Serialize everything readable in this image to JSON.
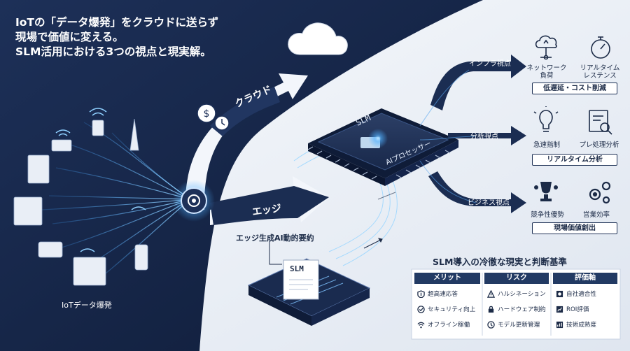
{
  "title": {
    "line1": "IoTの「データ爆発」をクラウドに送らず",
    "line2": "現場で価値に変える。",
    "line3": "SLM活用における3つの視点と現実解。"
  },
  "paths": {
    "cloud_label": "クラウド",
    "edge_label": "エッジ"
  },
  "left": {
    "iot_label": "IoTデータ爆発"
  },
  "chip": {
    "top_text": "SLM",
    "processor_text": "AIプロセッサー"
  },
  "edge_device": {
    "caption": "エッジ生成AI動的要約",
    "doc_text": "SLM"
  },
  "perspectives": [
    {
      "label": "インフラ視点",
      "icons": [
        {
          "name": "cloud-network-icon",
          "label": "ネットワーク\n負荷"
        },
        {
          "name": "stopwatch-icon",
          "label": "リアルタイム\nレステンス"
        }
      ],
      "result": "低遅延・コスト削減"
    },
    {
      "label": "分析視点",
      "icons": [
        {
          "name": "lightbulb-icon",
          "label": "急速指制"
        },
        {
          "name": "chart-magnifier-icon",
          "label": "プレ処理分析"
        }
      ],
      "result": "リアルタイム分析"
    },
    {
      "label": "ビジネス視点",
      "icons": [
        {
          "name": "trophy-people-icon",
          "label": "競争性優勢"
        },
        {
          "name": "gears-icon",
          "label": "営業効率"
        }
      ],
      "result": "現場価値創出"
    }
  ],
  "judgment": {
    "title": "SLM導入の冷徹な現実と判断基準",
    "headers": [
      "メリット",
      "リスク",
      "評価軸"
    ],
    "rows": [
      [
        {
          "icon": "shield-icon",
          "text": "超高速応答"
        },
        {
          "icon": "warning-icon",
          "text": "ハルシネーション"
        },
        {
          "icon": "target-icon",
          "text": "自社適合性"
        }
      ],
      [
        {
          "icon": "check-shield-icon",
          "text": "セキュリティ向上"
        },
        {
          "icon": "lock-icon",
          "text": "ハードウェア制約"
        },
        {
          "icon": "roi-chart-icon",
          "text": "ROI評価"
        }
      ],
      [
        {
          "icon": "wifi-icon",
          "text": "オフライン稼働"
        },
        {
          "icon": "update-icon",
          "text": "モデル更新管理"
        },
        {
          "icon": "tech-bars-icon",
          "text": "技術成熟度"
        }
      ]
    ]
  },
  "colors": {
    "navy": "#1b2d52",
    "navy_dark": "#121f3b",
    "accent_blue": "#3aa0ff",
    "light_bg": "#eef2f8"
  }
}
